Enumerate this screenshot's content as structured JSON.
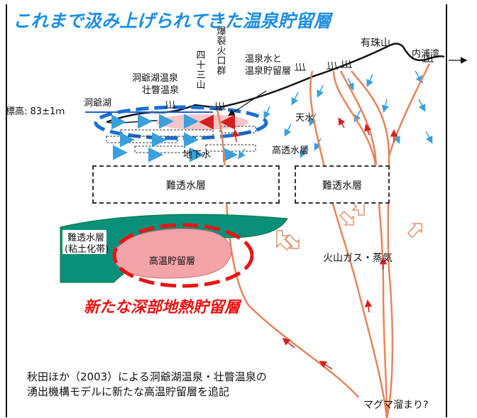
{
  "title": "これまで汲み上げられてきた温泉貯留層",
  "labels": {
    "yusuzan": "有珠山",
    "uchiurawan": "内浦湾",
    "bakuretsu": "爆裂火口群",
    "yonjusan": "四十三山",
    "onsensui": "温泉水と",
    "onsen_choryuso": "温泉貯留層",
    "toyako_onsen": "洞爺湖温泉",
    "sobetsu_onsen": "壮瞥温泉",
    "toyako": "洞爺湖",
    "hyoko": "標高: 83±1ｍ",
    "tensui": "天水",
    "chikasui": "地下水",
    "kotosuiso": "高透水層",
    "nantosuiso_left": "難透水層",
    "nantosuiso_right": "難透水層",
    "clay_line1": "難透水層",
    "clay_line2": "(粘土化帯)",
    "hot_reservoir": "高温貯留層",
    "new_reservoir": "新たな深部地熱貯留層",
    "volcanic_gas": "火山ガス・蒸気",
    "magma": "マグマ溜まり?"
  },
  "caption": {
    "line1": "秋田ほか（2003）による洞爺湖温泉・壮瞥温泉の",
    "line2": "湧出機構モデルに新たな高温貯留層を追記"
  },
  "colors": {
    "title_blue": "#1b8ee0",
    "new_red": "#ee1111",
    "teal_layer": "#0a8f7a",
    "pink_reservoir": "#f4a3a8",
    "vein_orange": "#e8835a",
    "rain_blue": "#3aa0dc"
  }
}
